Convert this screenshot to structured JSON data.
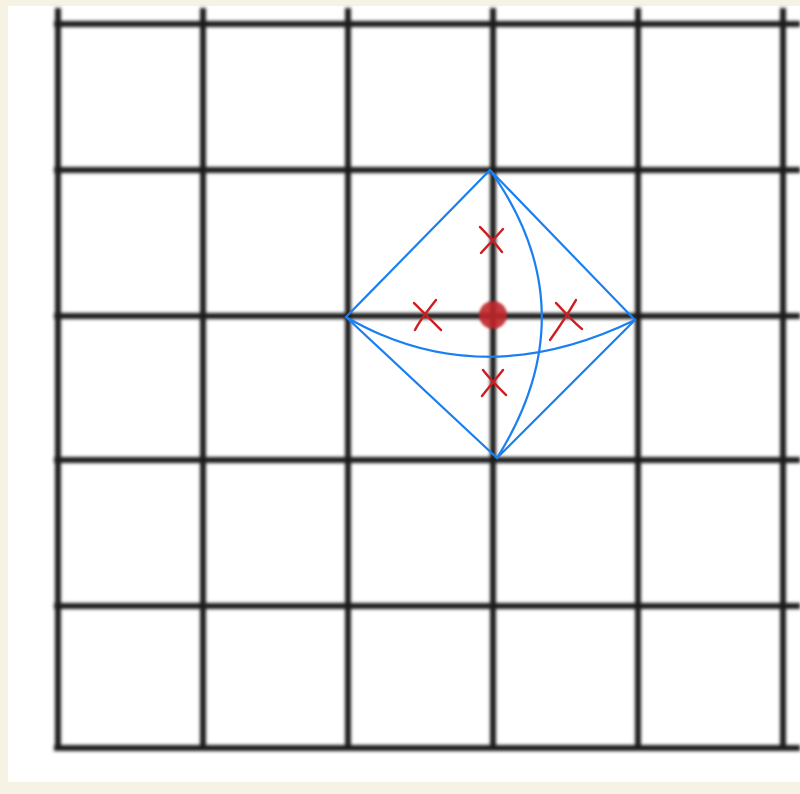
{
  "colors": {
    "page_border": "#f6f3e4",
    "paper": "#ffffff",
    "grid": "#1b1b1b",
    "construction": "#1a7ff0",
    "marker": "#cc1e22",
    "center_dot": "#c0282c"
  },
  "diagram": {
    "grid": {
      "columns": 5,
      "rows": 5,
      "line_style": "thick-blurred"
    },
    "diamond": {
      "shape": "square-rotated-45",
      "vertices": [
        "top",
        "right",
        "bottom",
        "left"
      ]
    },
    "arcs": [
      {
        "name": "arc-top-to-bottom",
        "bulge": "right"
      },
      {
        "name": "arc-left-to-right",
        "bulge": "down"
      }
    ],
    "cross_markers": [
      {
        "name": "cross-marker-top",
        "position": "top"
      },
      {
        "name": "cross-marker-left",
        "position": "left"
      },
      {
        "name": "cross-marker-right",
        "position": "right"
      },
      {
        "name": "cross-marker-bottom",
        "position": "bottom"
      }
    ],
    "center_dot": {
      "name": "center-dot"
    }
  }
}
